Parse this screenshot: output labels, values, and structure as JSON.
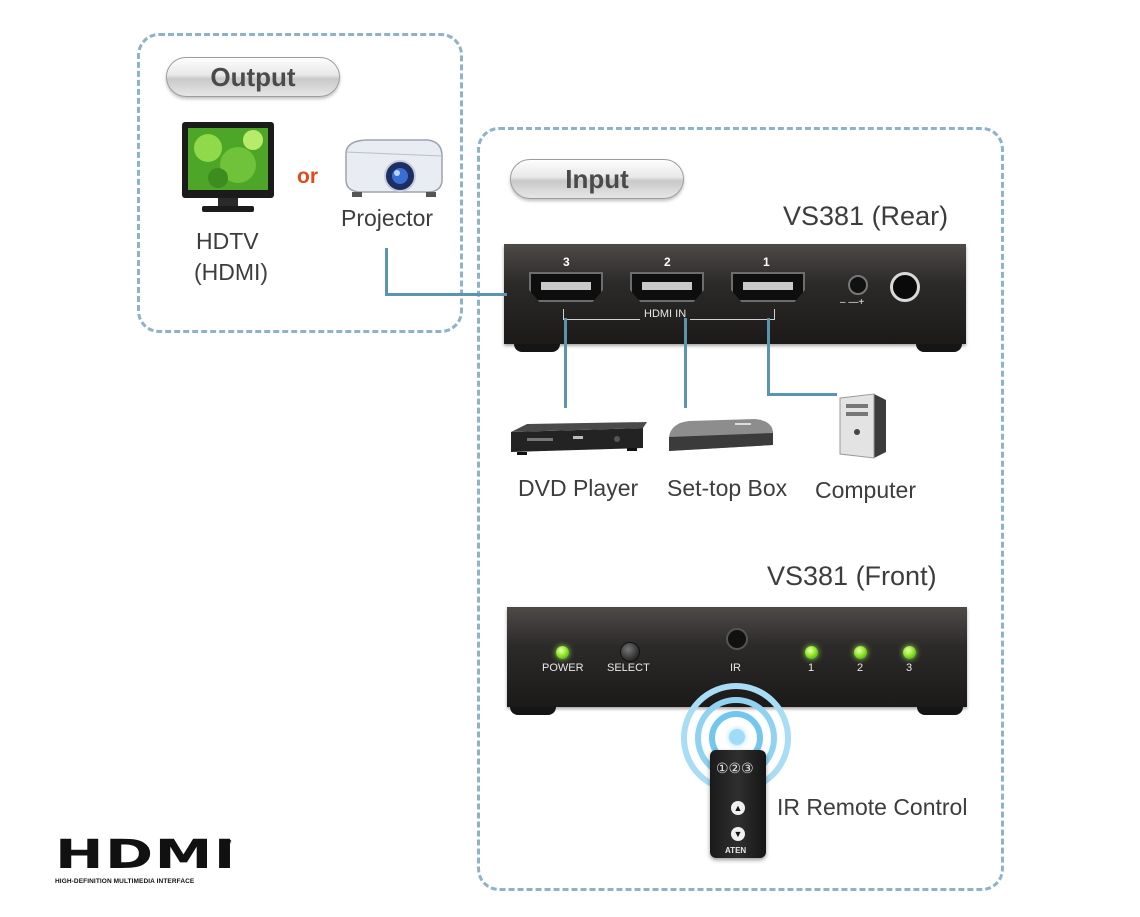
{
  "output": {
    "pill": "Output",
    "hdtv_line1": "HDTV",
    "hdtv_line2": "(HDMI)",
    "or": "or",
    "projector": "Projector"
  },
  "input": {
    "pill": "Input",
    "rear_title": "VS381 (Rear)",
    "front_title": "VS381 (Front)",
    "rear_ports": [
      "3",
      "2",
      "1"
    ],
    "hdmi_in": "HDMI  IN",
    "power_polarity": "– —+",
    "sources": [
      "DVD Player",
      "Set-top Box",
      "Computer"
    ],
    "front_labels": {
      "power": "POWER",
      "select": "SELECT",
      "ir": "IR",
      "led1": "1",
      "led2": "2",
      "led3": "3"
    },
    "remote_label": "IR Remote Control",
    "remote_buttons": "①②③",
    "remote_brand": "ATEN"
  },
  "logo": {
    "wordmark": "HDMI",
    "tm": "™",
    "tagline": "HIGH-DEFINITION MULTIMEDIA INTERFACE"
  },
  "colors": {
    "dashed_border": "#8fb3c6",
    "connector_line": "#5b95ad",
    "or_text": "#e04a1c",
    "led": "#8ee82a"
  }
}
